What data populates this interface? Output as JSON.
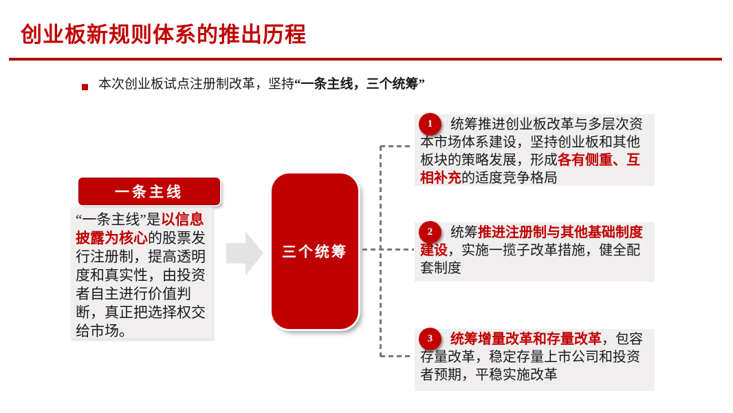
{
  "header": {
    "title": "创业板新规则体系的推出历程",
    "bullet_segments": [
      {
        "t": "本次创业板试点注册制改革，坚持",
        "s": ""
      },
      {
        "t": "“一条主线，三个统筹”",
        "s": "bold"
      }
    ]
  },
  "left_panel": {
    "header_label": "一条主线",
    "body_segments": [
      {
        "t": "“一条主线”是",
        "s": ""
      },
      {
        "t": "以信息披露为核心",
        "s": "red-bold"
      },
      {
        "t": "的股票发行注册制，提高透明度和真实性，由投资者自主进行价值判断，真正把选择权交给市场。",
        "s": ""
      }
    ]
  },
  "center": {
    "arrow_icon": "right-arrow",
    "box_label": "三个统筹"
  },
  "items": [
    {
      "number": "1",
      "segments": [
        {
          "t": "统筹推进创业板改革与多层次资本市场体系建设，坚持创业板和其他板块的策略发展，形成",
          "s": ""
        },
        {
          "t": "各有侧重、互相补充",
          "s": "red-bold"
        },
        {
          "t": "的适度竞争格局",
          "s": ""
        }
      ]
    },
    {
      "number": "2",
      "segments": [
        {
          "t": "统筹",
          "s": ""
        },
        {
          "t": "推进注册制与其他基础制度建设",
          "s": "red-bold"
        },
        {
          "t": "，实施一揽子改革措施，健全配套制度",
          "s": ""
        }
      ]
    },
    {
      "number": "3",
      "segments": [
        {
          "t": "统筹增量改革和存量改革",
          "s": "red-bold"
        },
        {
          "t": "，包容存量改革，稳定存量上市公司和投资者预期，平稳实施改革",
          "s": ""
        }
      ]
    }
  ],
  "colors": {
    "accent_red": "#C00000",
    "rule_red": "#B20000",
    "panel_gray": "#F0EEEE",
    "connector_gray": "#777777",
    "arrow_gray": "#E3E3E3",
    "text_black": "#1A1A1A"
  }
}
